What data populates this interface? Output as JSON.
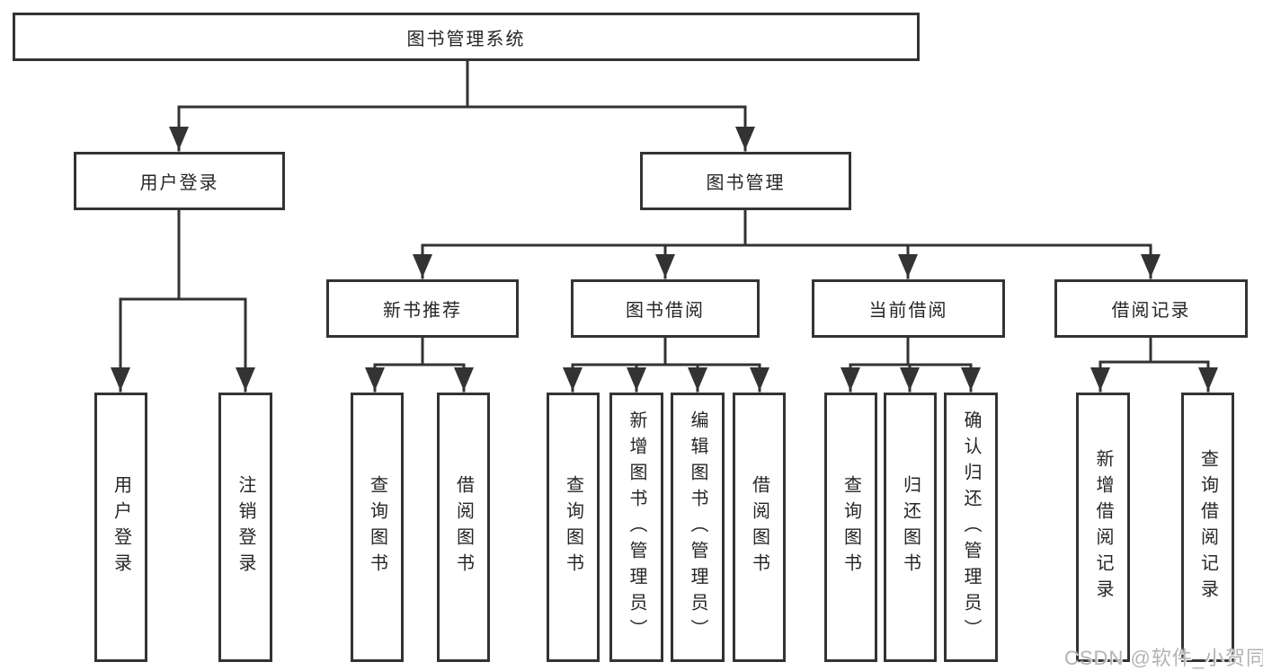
{
  "diagram_type": "hierarchy",
  "tree": {
    "root": {
      "label": "图书管理系统",
      "children": [
        {
          "label": "用户登录",
          "children": [
            {
              "label": "用户登录"
            },
            {
              "label": "注销登录"
            }
          ]
        },
        {
          "label": "图书管理",
          "children": [
            {
              "label": "新书推荐",
              "children": [
                {
                  "label": "查询图书"
                },
                {
                  "label": "借阅图书"
                }
              ]
            },
            {
              "label": "图书借阅",
              "children": [
                {
                  "label": "查询图书"
                },
                {
                  "label": "新增图书（管理员）"
                },
                {
                  "label": "编辑图书（管理员）"
                },
                {
                  "label": "借阅图书"
                }
              ]
            },
            {
              "label": "当前借阅",
              "children": [
                {
                  "label": "查询图书"
                },
                {
                  "label": "归还图书"
                },
                {
                  "label": "确认归还（管理员）"
                }
              ]
            },
            {
              "label": "借阅记录",
              "children": [
                {
                  "label": "新增借阅记录"
                },
                {
                  "label": "查询借阅记录"
                }
              ]
            }
          ]
        }
      ]
    }
  },
  "watermark": {
    "text": "CSDN @软件_小贺同学"
  },
  "colors": {
    "line": "#333333",
    "box_border": "#333333",
    "text": "#262626",
    "background": "#ffffff",
    "watermark": "#b3b3b3"
  }
}
